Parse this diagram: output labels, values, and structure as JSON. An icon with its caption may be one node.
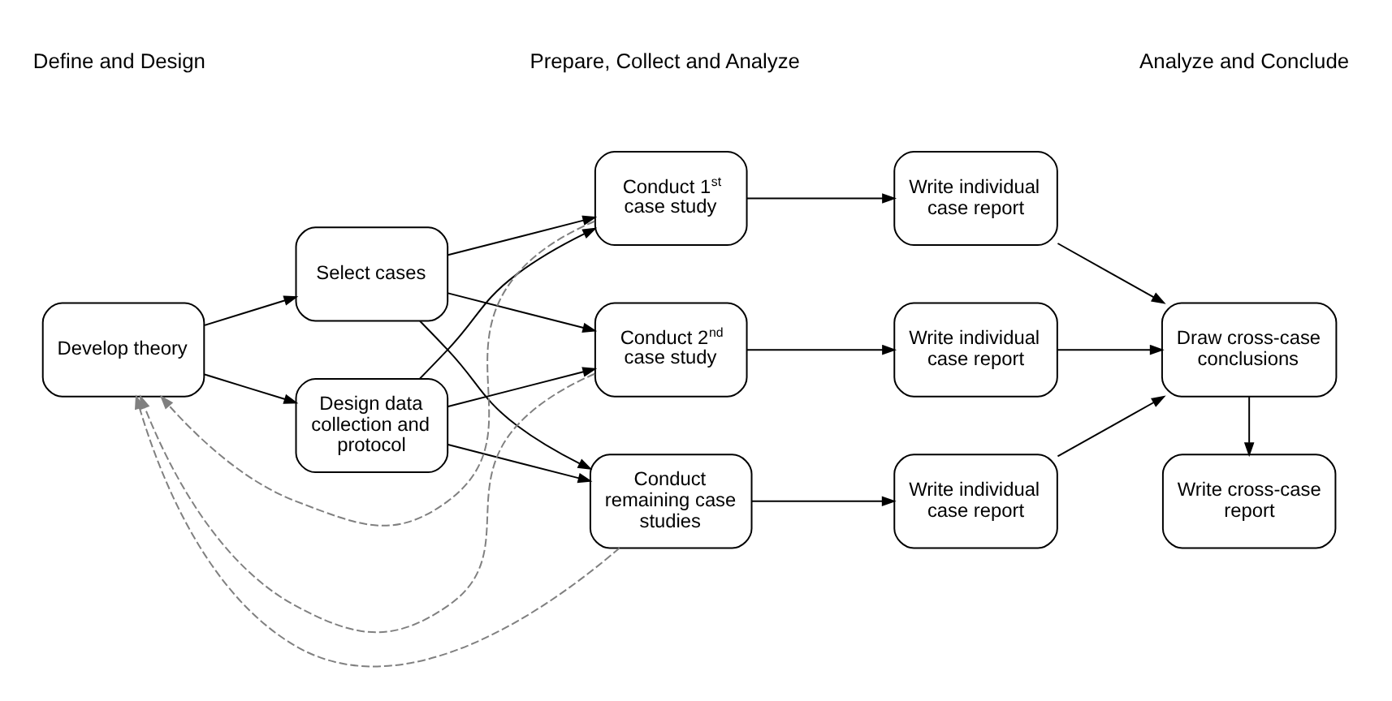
{
  "diagram": {
    "nodes": [
      {
        "text": [
          "Develop theory"
        ]
      },
      {
        "text": [
          "Select cases"
        ]
      },
      {
        "text": [
          "Design data collection and protocol"
        ]
      },
      {
        "text": [
          "Conduct 1$^{st}$ case study"
        ]
      },
      {
        "text": [
          "Conduct 2$^{nd}$ case study"
        ]
      },
      {
        "text": [
          "Conduct remaining case studies"
        ]
      },
      {
        "text": [
          "Write individual case report"
        ]
      },
      {
        "text": [
          "Write individual case report"
        ]
      },
      {
        "text": [
          "Write individual case report"
        ]
      },
      {
        "text": [
          "Draw cross-case conclusions"
        ]
      },
      {
        "text": [
          "Write cross-case report"
        ]
      }
    ],
    "edges": [
      {
        "from": 0,
        "to": 1,
        "arrow": "to"
      },
      {
        "from": 0,
        "to": 2,
        "arrow": "to"
      },
      {
        "from": 1,
        "to": 3,
        "arrow": "to"
      },
      {
        "from": 1,
        "to": 4,
        "arrow": "to"
      },
      {
        "from": 1,
        "to": 5,
        "arrow": "to"
      },
      {
        "from": 2,
        "to": 3,
        "arrow": "to"
      },
      {
        "from": 2,
        "to": 4,
        "arrow": "to"
      },
      {
        "from": 2,
        "to": 5,
        "arrow": "to"
      },
      {
        "from": 3,
        "to": 6,
        "arrow": "to"
      },
      {
        "from": 4,
        "to": 7,
        "arrow": "to"
      },
      {
        "from": 5,
        "to": 8,
        "arrow": "to"
      },
      {
        "from": 6,
        "to": 9,
        "arrow": "to"
      },
      {
        "from": 7,
        "to": 9,
        "arrow": "to"
      },
      {
        "from": 8,
        "to": 9,
        "arrow": "to"
      },
      {
        "from": 9,
        "to": 10,
        "arrow": "to"
      },
      {
        "from": 3,
        "to": 0,
        "arrow": "to",
        "style": "dashed",
        "color": "#808080"
      },
      {
        "from": 4,
        "to": 0,
        "arrow": "to",
        "style": "dashed",
        "color": "#808080"
      },
      {
        "from": 5,
        "to": 0,
        "arrow": "to",
        "style": "dashed",
        "color": "#808080"
      }
    ],
    "labels": [
      "Define and Design",
      "Prepare, Collect and Analyze",
      "Analyze and Conclude"
    ]
  }
}
